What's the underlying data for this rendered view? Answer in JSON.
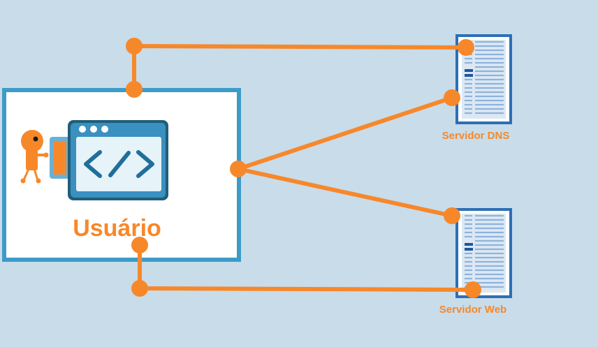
{
  "nodes": {
    "user": {
      "label": "Usuário"
    },
    "dns_server": {
      "label": "Servidor DNS"
    },
    "web_server": {
      "label": "Servidor Web"
    }
  },
  "colors": {
    "background": "#c8dcea",
    "connector": "#f7882a",
    "user_box_border": "#3d9bc8",
    "server_body": "#2d6fb6",
    "server_stripes": "#8fb3da"
  }
}
